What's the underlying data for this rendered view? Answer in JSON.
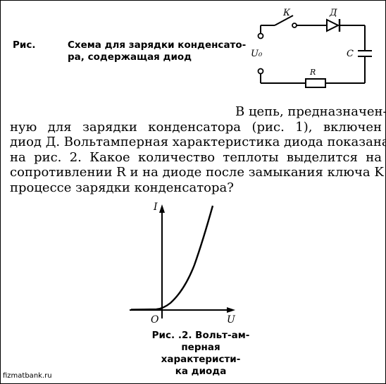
{
  "figure1": {
    "label": "Рис.",
    "caption_line1": "Схема для зарядки конденсато-",
    "caption_line2": "ра, содержащая диод",
    "labels": {
      "key": "К",
      "diode": "Д",
      "source": "U₀",
      "capacitor": "C",
      "resistor": "R"
    }
  },
  "problem": {
    "lines": [
      "В цепь, предназначен-",
      "ную для зарядки конденсатора (рис. 1), включен",
      "диод Д. Вольтамперная характеристика диода показана",
      "на рис. 2. Какое количество теплоты выделится на",
      "сопротивлении R и на диоде после замыкания ключа K в",
      "процессе зарядки конденсатора?"
    ]
  },
  "figure2": {
    "axis_y_label": "I",
    "axis_x_label": "U",
    "origin_label": "O",
    "caption_line1": "Рис. .2. Вольт-ам-",
    "caption_line2": "перная характеристи-",
    "caption_line3": "ка диода"
  },
  "watermark": "fizmatbank.ru"
}
